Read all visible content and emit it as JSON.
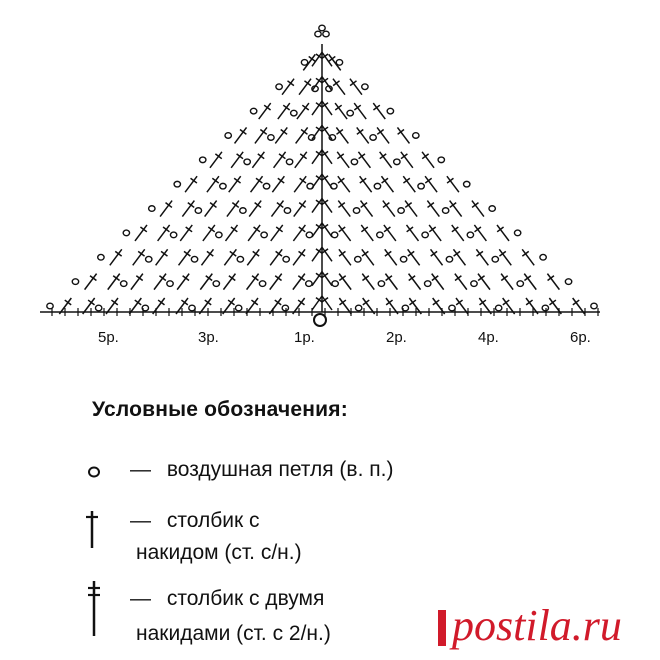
{
  "diagram": {
    "row_labels": [
      "5р.",
      "3р.",
      "1р.",
      "2р.",
      "4р.",
      "6р."
    ]
  },
  "legend": {
    "title": "Условные обозначения:",
    "items": [
      {
        "symbol": "chain-stitch-icon",
        "dash": "—",
        "text": "воздушная петля (в. п.)"
      },
      {
        "symbol": "double-crochet-icon",
        "dash": "—",
        "line1": "столбик с",
        "line2": "накидом (ст. с/н.)"
      },
      {
        "symbol": "treble-crochet-icon",
        "dash": "—",
        "line1": "столбик с двумя",
        "line2": "накидами (ст. с 2/н.)"
      }
    ]
  },
  "watermark": {
    "text": "postila.ru",
    "color": "#d11a2a"
  }
}
